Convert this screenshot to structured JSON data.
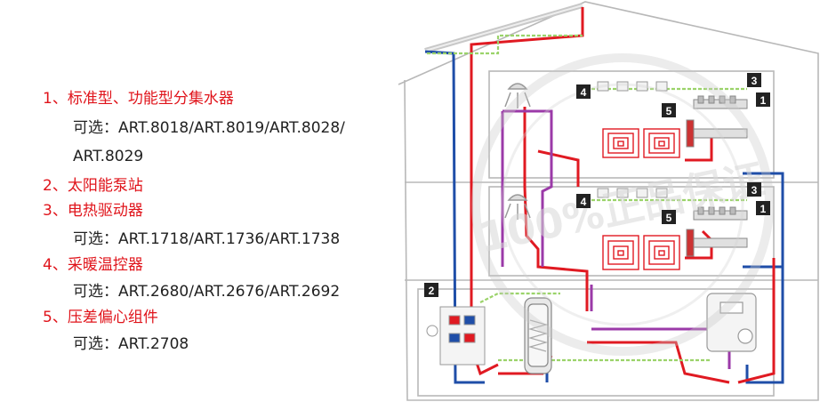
{
  "legend": [
    {
      "number": "1",
      "title": "标准型、功能型分集水器",
      "options": [
        "可选：ART.8018/ART.8019/ART.8028/",
        "ART.8029"
      ]
    },
    {
      "number": "2",
      "title": "太阳能泵站",
      "options": []
    },
    {
      "number": "3",
      "title": "电热驱动器",
      "options": [
        "可选：ART.1718/ART.1736/ART.1738"
      ]
    },
    {
      "number": "4",
      "title": "采暖温控器",
      "options": [
        "可选：ART.2680/ART.2676/ART.2692"
      ]
    },
    {
      "number": "5",
      "title": "压差偏心组件",
      "options": [
        "可选：ART.2708"
      ]
    }
  ],
  "markers": {
    "one": "1",
    "two": "2",
    "three": "3",
    "four": "4",
    "five": "5"
  },
  "watermark": "100%正品保证",
  "colors": {
    "hot": "#e01a22",
    "cold": "#1f4ea8",
    "purple": "#9b3aa8",
    "green": "#9bd36a",
    "wall": "#b8b8b8",
    "label": "#e0141b"
  }
}
